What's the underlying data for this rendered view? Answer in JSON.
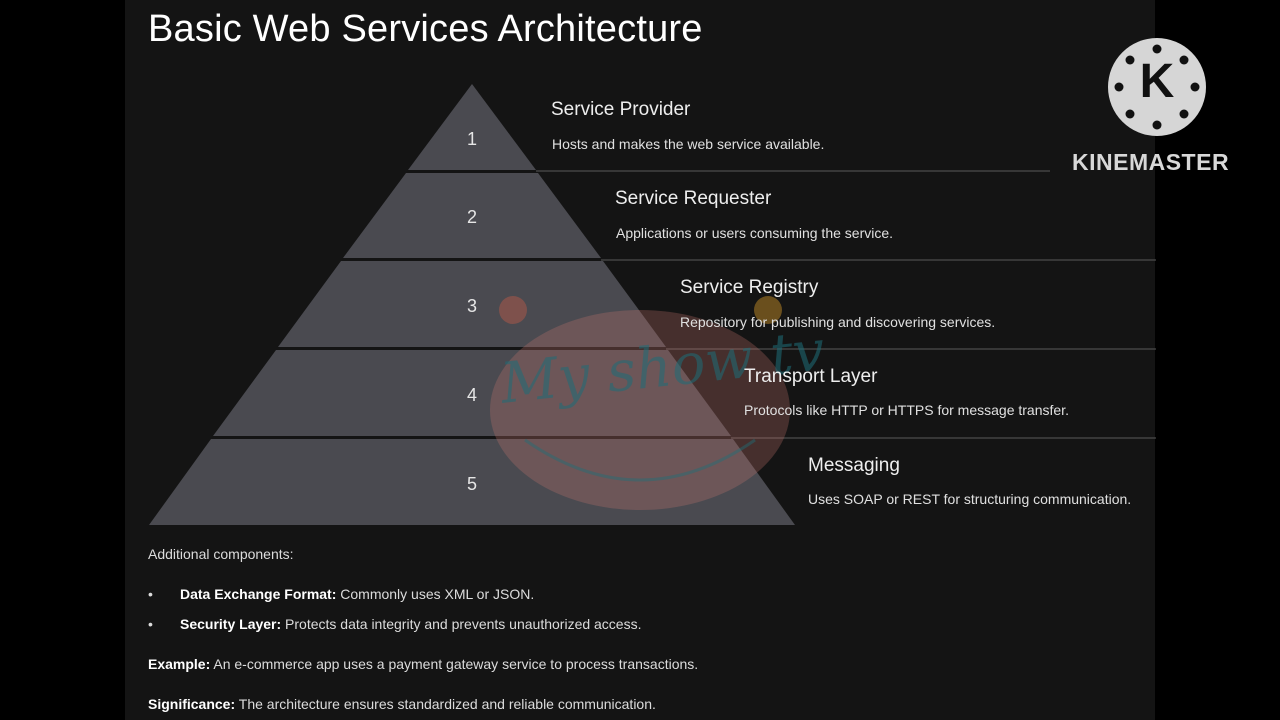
{
  "slide": {
    "title": "Basic Web Services Architecture"
  },
  "pyramid": {
    "layers": [
      {
        "number": "1",
        "title": "Service Provider",
        "description": "Hosts and makes the web service available."
      },
      {
        "number": "2",
        "title": "Service Requester",
        "description": "Applications or users consuming the service."
      },
      {
        "number": "3",
        "title": "Service Registry",
        "description": "Repository for publishing and discovering services."
      },
      {
        "number": "4",
        "title": "Transport Layer",
        "description": "Protocols like HTTP or HTTPS for message transfer."
      },
      {
        "number": "5",
        "title": "Messaging",
        "description": "Uses SOAP or REST for structuring communication."
      }
    ],
    "layer_color": "#4a4a50"
  },
  "additional": {
    "label": "Additional components:",
    "bullet_symbol": "•",
    "items": [
      {
        "term": "Data Exchange Format:",
        "text": " Commonly uses XML or JSON."
      },
      {
        "term": "Security Layer:",
        "text": " Protects data integrity and prevents unauthorized access."
      }
    ]
  },
  "example": {
    "term": "Example:",
    "text": " An e-commerce app uses a payment gateway service to process transactions."
  },
  "significance": {
    "term": "Significance:",
    "text": " The architecture ensures standardized and reliable communication."
  },
  "watermark": {
    "text": "My show tv"
  },
  "branding": {
    "logo_letter": "K",
    "name": "KINEMASTER"
  }
}
